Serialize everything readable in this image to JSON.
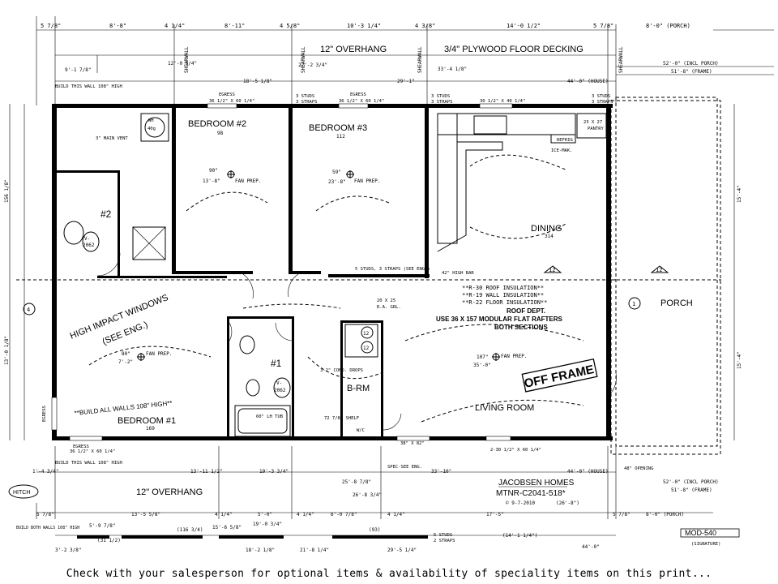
{
  "dims_top": [
    "5 7/8\"",
    "8'-8\"",
    "4 1/4\"",
    "8'-11\"",
    "4 5/8\"",
    "10'-3 1/4\"",
    "4 3/8\"",
    "14'-0 1/2\"",
    "5 7/8\"",
    "8'-0\" (PORCH)"
  ],
  "overhang_top": "12\" OVERHANG",
  "overhang_bottom": "12\" OVERHANG",
  "decking": "3/4\" PLYWOOD FLOOR DECKING",
  "shearwall": "SHEARWALL",
  "build_108_top": "BUILD THIS WALL 108\" HIGH",
  "build_108_bottom": "BUILD THIS WALL 108\" HIGH",
  "build_both_walls": "BUILD BOTH WALLS 108\" HIGH",
  "egress_label": "EGRESS",
  "egress_size": "36 1/2\" X 60 1/4\"",
  "studs_3": "3 STUDS",
  "straps_3": "3 STRAPS",
  "rooms": {
    "bedroom2": "BEDROOM #2",
    "bedroom3": "BEDROOM #3",
    "bedroom1": "BEDROOM #1",
    "bath1": "#1",
    "bath2": "#2",
    "dining": "DINING",
    "living": "LIVING ROOM",
    "porch": "PORCH",
    "brm": "B-RM"
  },
  "room_sizes": {
    "bedroom2": "98",
    "bedroom3": "112",
    "bedroom1": "169",
    "dining": "314"
  },
  "notes": {
    "high_impact": "HIGH IMPACT WINDOWS",
    "see_eng": "(SEE ENG.)",
    "build_all_walls": "**BUILD ALL WALLS 108\" HIGH**",
    "r30": "**R-30 ROOF INSULATION**",
    "r19": "**R-19 WALL INSULATION**",
    "r22": "**R-22 FLOOR INSULATION**",
    "roof_dept": "ROOF DEPT.",
    "use_36": "USE 36 X 157 MODULAR FLAT RAFTERS",
    "both_sections": "BOTH SECTIONS",
    "off_frame": "OFF FRAME",
    "fan_prep": "FAN PREP.",
    "pantry": "PANTRY",
    "ice_mak": "ICE-MAK.",
    "refrig": "REFRIG",
    "lh_tub": "60\" LH TUB",
    "hitch": "HITCH",
    "main_vent": "3\" MAIN VENT",
    "high_bar": "42\" HIGH BAR",
    "studs_5": "5 STUDS, 3 STRAPS (SEE ENG.)",
    "shelf": "72 7/8\" SHELF",
    "spec_see_eng": "SPEC-SEE ENG.",
    "cond_drops": "3-2\" COND. DROPS",
    "ra_grl": "20 X 25 R.A. GRL.",
    "opening_48": "48\" OPENING"
  },
  "side_dims": {
    "left_total": "156 1/8\"",
    "left_half": "13'-0 1/8\"",
    "right_1": "15'-4\"",
    "right_2": "15'-4\""
  },
  "right_dims": [
    "52'-0\" (INCL PORCH)",
    "51'-8\" (FRAME)",
    "44'-0\" (HOUSE)"
  ],
  "title_block": {
    "company": "JACOBSEN HOMES",
    "model": "MTNR-C2041-518*",
    "date": "© 9-7-2010",
    "dim_26": "(26'-8\")",
    "mod": "MOD-540",
    "signature": "(SIGNATURE)"
  },
  "dims_bottom": [
    "5 7/8\"",
    "13'-5 5/8\"",
    "4 1/4\"",
    "5'-0\"",
    "4 1/4\"",
    "6'-0 7/8\"",
    "4 1/4\"",
    "17'-5\"",
    "5 7/8\"",
    "8'-0\" (PORCH)"
  ],
  "dims_bottom2": [
    "5'-9 7/8\"",
    "(31 1/2)",
    "(116 3/4)",
    "15'-6 5/8\"",
    "19'-0 3/4\"",
    "(93)",
    "(14'-1 1/4\")",
    "44'-0\""
  ],
  "footer": "Check with your salesperson for optional items & availability of speciality items on this print..."
}
